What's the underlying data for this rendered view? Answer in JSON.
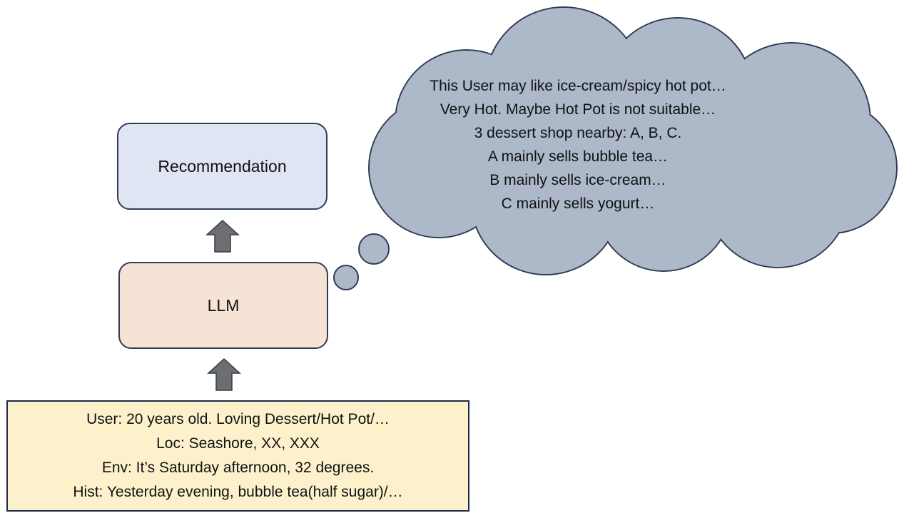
{
  "recommendation": {
    "label": "Recommendation"
  },
  "llm": {
    "label": "LLM"
  },
  "input": {
    "lines": [
      "User: 20 years old. Loving Dessert/Hot Pot/…",
      "Loc: Seashore, XX, XXX",
      "Env: It’s Saturday afternoon, 32 degrees.",
      "Hist: Yesterday evening, bubble tea(half sugar)/…"
    ]
  },
  "thought": {
    "lines": [
      "This User may like ice-cream/spicy hot pot…",
      "Very Hot. Maybe Hot Pot is not suitable…",
      "3 dessert shop nearby: A, B, C.",
      "A mainly sells bubble tea…",
      "B mainly sells ice-cream…",
      "C mainly sells yogurt…"
    ]
  },
  "colors": {
    "recommendation_fill": "#dfe5f3",
    "llm_fill": "#f6e3d6",
    "input_fill": "#fdf1cc",
    "cloud_fill": "#adb8c9",
    "arrow_fill": "#6e6e6e",
    "border": "#2e3d55"
  }
}
